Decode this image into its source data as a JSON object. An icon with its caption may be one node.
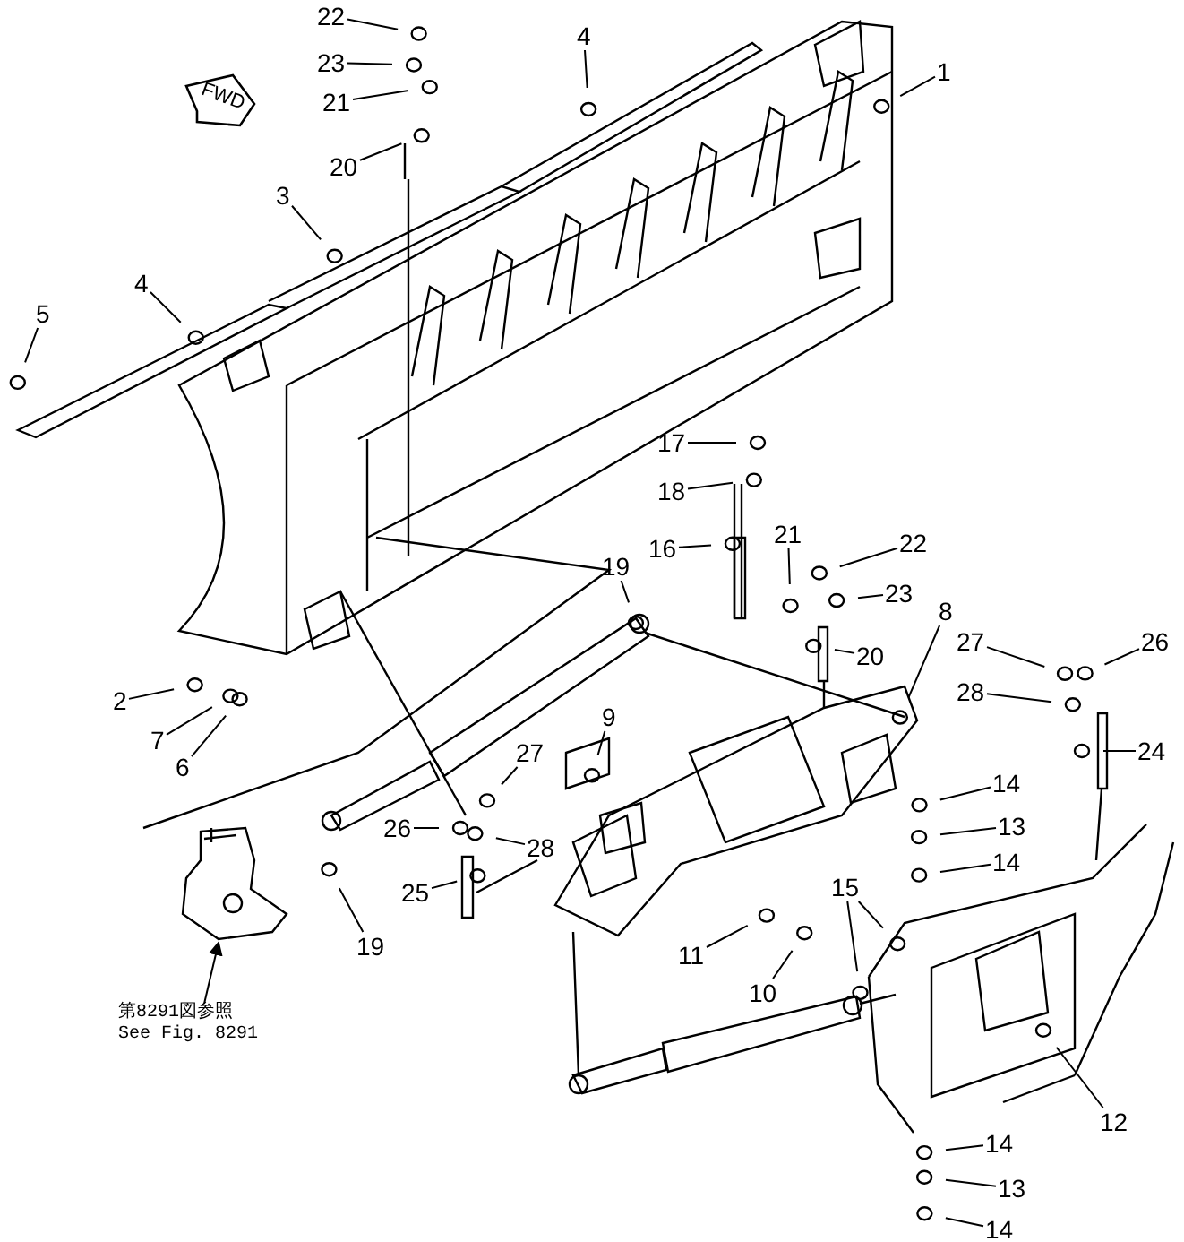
{
  "diagram": {
    "nodes": [
      {
        "text": [
          "22"
        ]
      },
      {
        "text": [
          "4"
        ]
      },
      {
        "text": [
          "23"
        ]
      },
      {
        "text": [
          "1"
        ]
      },
      {
        "text": [
          "21"
        ]
      },
      {
        "text": [
          "20"
        ]
      },
      {
        "text": [
          "3"
        ]
      },
      {
        "text": [
          "4"
        ]
      },
      {
        "text": [
          "5"
        ]
      },
      {
        "text": [
          "17"
        ]
      },
      {
        "text": [
          "18"
        ]
      },
      {
        "text": [
          "21"
        ]
      },
      {
        "text": [
          "22"
        ]
      },
      {
        "text": [
          "16"
        ]
      },
      {
        "text": [
          "19"
        ]
      },
      {
        "text": [
          "23"
        ]
      },
      {
        "text": [
          "8"
        ]
      },
      {
        "text": [
          "20"
        ]
      },
      {
        "text": [
          "27"
        ]
      },
      {
        "text": [
          "26"
        ]
      },
      {
        "text": [
          "28"
        ]
      },
      {
        "text": [
          "2"
        ]
      },
      {
        "text": [
          "9"
        ]
      },
      {
        "text": [
          "7"
        ]
      },
      {
        "text": [
          "27"
        ]
      },
      {
        "text": [
          "24"
        ]
      },
      {
        "text": [
          "6"
        ]
      },
      {
        "text": [
          "14"
        ]
      },
      {
        "text": [
          "13"
        ]
      },
      {
        "text": [
          "26"
        ]
      },
      {
        "text": [
          "28"
        ]
      },
      {
        "text": [
          "14"
        ]
      },
      {
        "text": [
          "15"
        ]
      },
      {
        "text": [
          "25"
        ]
      },
      {
        "text": [
          "19"
        ]
      },
      {
        "text": [
          "11"
        ]
      },
      {
        "text": [
          "10"
        ]
      },
      {
        "text": [],
        "shape": "picture"
      },
      {
        "text": [
          "第8291図参照",
          "See Fig. 8291"
        ]
      },
      {
        "text": [
          "12"
        ]
      },
      {
        "text": [
          "14"
        ]
      },
      {
        "text": [
          "13"
        ]
      },
      {
        "text": [
          "14"
        ]
      }
    ],
    "edges": [
      {
        "from": 0,
        "to": null,
        "arrow": "none"
      },
      {
        "from": 1,
        "to": null,
        "arrow": "none"
      },
      {
        "from": 2,
        "to": null,
        "arrow": "none"
      },
      {
        "from": 3,
        "to": null,
        "arrow": "none"
      },
      {
        "from": 4,
        "to": null,
        "arrow": "none"
      },
      {
        "from": 5,
        "to": null,
        "arrow": "none"
      },
      {
        "from": 6,
        "to": null,
        "arrow": "none"
      },
      {
        "from": 7,
        "to": null,
        "arrow": "none"
      },
      {
        "from": 8,
        "to": null,
        "arrow": "none"
      },
      {
        "from": 9,
        "to": null,
        "arrow": "none"
      },
      {
        "from": 10,
        "to": null,
        "arrow": "none"
      },
      {
        "from": 11,
        "to": null,
        "arrow": "none"
      },
      {
        "from": 12,
        "to": null,
        "arrow": "none"
      },
      {
        "from": 13,
        "to": null,
        "arrow": "none"
      },
      {
        "from": 14,
        "to": null,
        "arrow": "none"
      },
      {
        "from": 15,
        "to": null,
        "arrow": "none"
      },
      {
        "from": 16,
        "to": null,
        "arrow": "none"
      },
      {
        "from": 17,
        "to": null,
        "arrow": "none"
      },
      {
        "from": 18,
        "to": null,
        "arrow": "none"
      },
      {
        "from": 19,
        "to": null,
        "arrow": "none"
      },
      {
        "from": 20,
        "to": null,
        "arrow": "none"
      },
      {
        "from": 21,
        "to": null,
        "arrow": "none"
      },
      {
        "from": 22,
        "to": null,
        "arrow": "none"
      },
      {
        "from": 23,
        "to": null,
        "arrow": "none"
      },
      {
        "from": 24,
        "to": null,
        "arrow": "none"
      },
      {
        "from": 25,
        "to": null,
        "arrow": "none"
      },
      {
        "from": 26,
        "to": null,
        "arrow": "none"
      },
      {
        "from": 27,
        "to": null,
        "arrow": "none"
      },
      {
        "from": 28,
        "to": null,
        "arrow": "none"
      },
      {
        "from": 29,
        "to": null,
        "arrow": "none"
      },
      {
        "from": 30,
        "to": null,
        "arrow": "none"
      },
      {
        "from": 31,
        "to": null,
        "arrow": "none"
      },
      {
        "from": 32,
        "to": null,
        "arrow": "none"
      },
      {
        "from": 32,
        "to": null,
        "arrow": "none"
      },
      {
        "from": 33,
        "to": null,
        "arrow": "none"
      },
      {
        "from": 34,
        "to": null,
        "arrow": "none"
      },
      {
        "from": 35,
        "to": null,
        "arrow": "none"
      },
      {
        "from": 36,
        "to": null,
        "arrow": "none"
      },
      {
        "from": 38,
        "to": 37,
        "arrow": "to"
      },
      {
        "from": 39,
        "to": null,
        "arrow": "none"
      },
      {
        "from": 40,
        "to": null,
        "arrow": "none"
      },
      {
        "from": 41,
        "to": null,
        "arrow": "none"
      },
      {
        "from": 42,
        "to": null,
        "arrow": "none"
      }
    ],
    "labels": [
      "FWD"
    ]
  }
}
